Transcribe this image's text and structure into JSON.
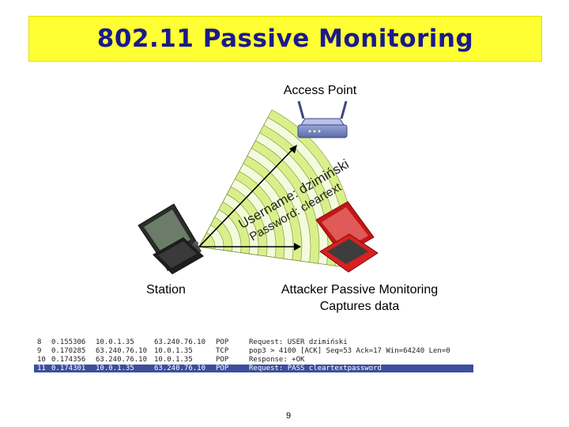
{
  "title": "802.11 Passive Monitoring",
  "labels": {
    "access_point": "Access Point",
    "station": "Station",
    "attacker_line1": "Attacker Passive Monitoring",
    "attacker_line2": "Captures data"
  },
  "beam_text": {
    "line1": "Username: dzimiński",
    "line2": "Password: cleartext"
  },
  "capture": {
    "rows": [
      {
        "no": "8",
        "time": "0.155306",
        "src": "10.0.1.35",
        "dst": "63.240.76.10",
        "proto": "POP",
        "info": "Request: USER dzimiński",
        "selected": false
      },
      {
        "no": "9",
        "time": "0.170285",
        "src": "63.240.76.10",
        "dst": "10.0.1.35",
        "proto": "TCP",
        "info": "pop3 > 4100 [ACK] Seq=53 Ack=17 Win=64240 Len=0",
        "selected": false
      },
      {
        "no": "10",
        "time": "0.174356",
        "src": "63.240.76.10",
        "dst": "10.0.1.35",
        "proto": "POP",
        "info": "Response: +OK",
        "selected": false
      },
      {
        "no": "11",
        "time": "0.174301",
        "src": "10.0.1.35",
        "dst": "63.240.76.10",
        "proto": "POP",
        "info": "Request: PASS cleartextpassword",
        "selected": true
      }
    ]
  },
  "page_number": "9",
  "colors": {
    "title_bg": "#ffff33",
    "title_text": "#1a1a8c",
    "beam_fill": "#d9f08a",
    "attacker_laptop": "#d82020",
    "station_laptop": "#2b2b2b",
    "selected_row": "#3b4f9c"
  }
}
